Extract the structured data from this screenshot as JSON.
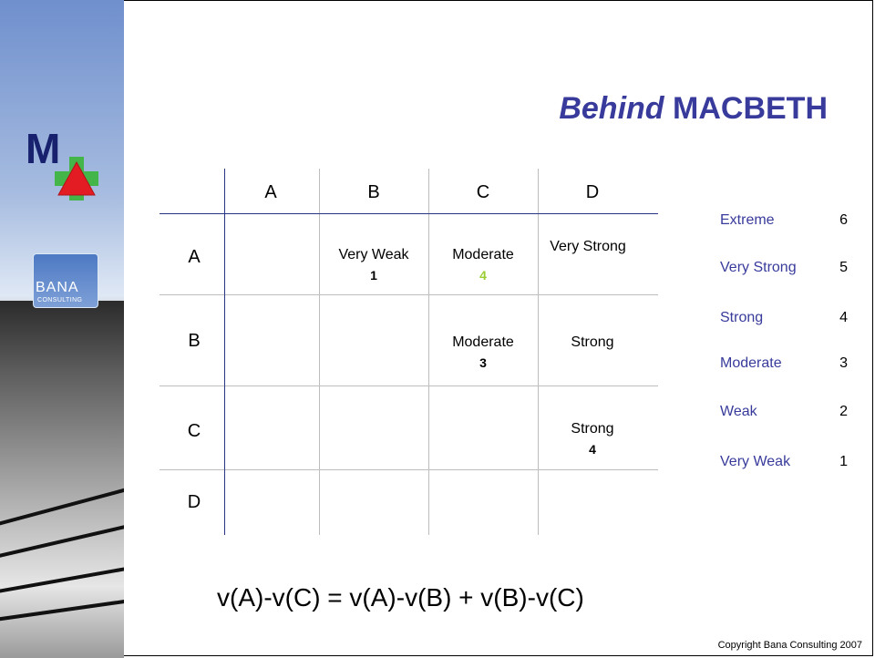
{
  "slide": {
    "title_emphasis": "Behind",
    "title_text": "MACBETH",
    "copyright": "Copyright Bana Consulting 2007",
    "formula": "v(A)-v(C) = v(A)-v(B) + v(B)-v(C)"
  },
  "logos": {
    "macbeth_letter": "M",
    "bana_name": "BANA",
    "bana_subtitle": "CONSULTING"
  },
  "matrix": {
    "columns": [
      "A",
      "B",
      "C",
      "D"
    ],
    "rows": [
      "A",
      "B",
      "C",
      "D"
    ],
    "cells": {
      "A_B": {
        "text": "Very Weak",
        "value": "1"
      },
      "A_C": {
        "text": "Moderate",
        "value": "4"
      },
      "A_D": {
        "text": "Very Strong"
      },
      "B_C": {
        "text": "Moderate",
        "value": "3"
      },
      "B_D": {
        "text": "Strong"
      },
      "C_D": {
        "text": "Strong",
        "value": "4"
      }
    }
  },
  "legend": [
    {
      "label": "Extreme",
      "value": "6"
    },
    {
      "label": "Very Strong",
      "value": "5"
    },
    {
      "label": "Strong",
      "value": "4"
    },
    {
      "label": "Moderate",
      "value": "3"
    },
    {
      "label": "Weak",
      "value": "2"
    },
    {
      "label": "Very Weak",
      "value": "1"
    }
  ],
  "colors": {
    "brand_blue": "#383b9b",
    "axis_blue": "#293584",
    "accent_green": "#9acd32",
    "logo_red": "#e31b23",
    "logo_green": "#44b649"
  }
}
